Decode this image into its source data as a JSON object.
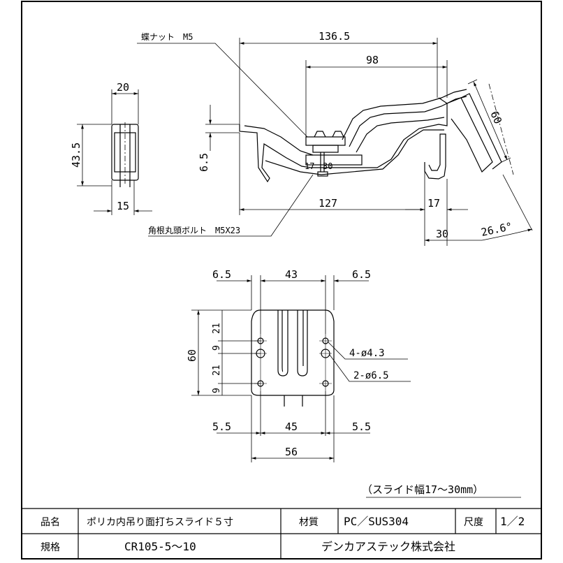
{
  "drawing": {
    "side_view": {
      "dim_20": "20",
      "dim_43_5": "43.5",
      "dim_15": "15"
    },
    "front_view": {
      "label_wing_nut": "蝶ナット　M5",
      "label_bolt": "角根丸頭ボルト　M5X23",
      "dim_136_5": "136.5",
      "dim_98": "98",
      "dim_60": "60",
      "dim_6_5": "6.5",
      "dim_127": "127",
      "dim_17": "17",
      "dim_30": "30",
      "dim_angle": "26.6°",
      "small_mark_1": "17",
      "small_mark_2": "30"
    },
    "bottom_view": {
      "dim_6_5_left": "6.5",
      "dim_43": "43",
      "dim_6_5_right": "6.5",
      "dim_60": "60",
      "dim_21_top": "21",
      "dim_9_a": "9",
      "dim_21_mid": "21",
      "dim_9_b": "9",
      "dim_5_5_left": "5.5",
      "dim_45": "45",
      "dim_5_5_right": "5.5",
      "dim_56": "56",
      "label_holes_small": "4-ø4.3",
      "label_holes_large": "2-ø6.5"
    },
    "note_slide_width": "（スライド幅17～30mm）"
  },
  "title_block": {
    "product_name_label": "品名",
    "product_name_value": "ポリカ内吊り面打ちスライド５寸",
    "material_label": "材質",
    "material_value": "PC／SUS304",
    "scale_label": "尺度",
    "scale_value": "1／2",
    "spec_label": "規格",
    "spec_value": "CR105-5～10",
    "company": "デンカアステック株式会社"
  }
}
